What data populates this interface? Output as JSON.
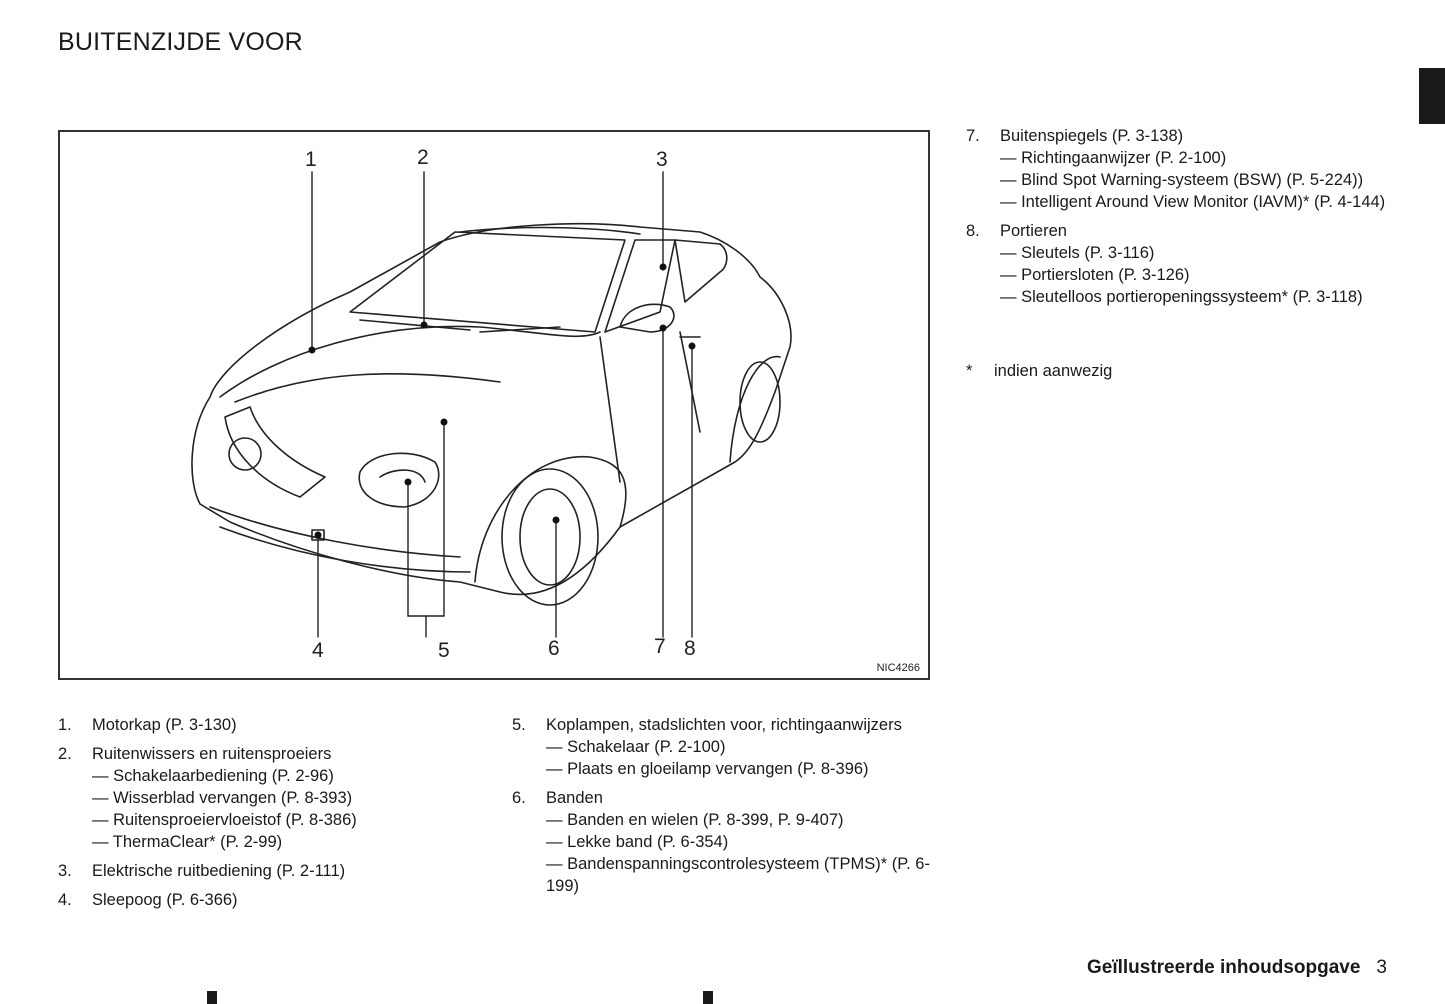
{
  "page_title": "BUITENZIJDE VOOR",
  "figure": {
    "code": "NIC4266",
    "callouts": [
      "1",
      "2",
      "3",
      "4",
      "5",
      "6",
      "7",
      "8"
    ]
  },
  "left_list": [
    {
      "num": "1.",
      "text": "Motorkap (P. 3-130)",
      "subs": []
    },
    {
      "num": "2.",
      "text": "Ruitenwissers en ruitensproeiers",
      "subs": [
        "— Schakelaarbediening (P. 2-96)",
        "— Wisserblad vervangen (P. 8-393)",
        "— Ruitensproeiervloeistof (P. 8-386)",
        "— ThermaClear* (P. 2-99)"
      ]
    },
    {
      "num": "3.",
      "text": "Elektrische ruitbediening (P. 2-111)",
      "subs": []
    },
    {
      "num": "4.",
      "text": "Sleepoog (P. 6-366)",
      "subs": []
    }
  ],
  "middle_list": [
    {
      "num": "5.",
      "text": "Koplampen, stadslichten voor, richtingaanwijzers",
      "subs": [
        "— Schakelaar (P. 2-100)",
        "— Plaats en gloeilamp vervangen (P. 8-396)"
      ]
    },
    {
      "num": "6.",
      "text": "Banden",
      "subs": [
        "— Banden en wielen (P. 8-399, P. 9-407)",
        "— Lekke band (P. 6-354)",
        "— Bandenspanningscontrolesysteem (TPMS)* (P. 6-199)"
      ]
    }
  ],
  "right_list": [
    {
      "num": "7.",
      "text": "Buitenspiegels (P. 3-138)",
      "subs": [
        "— Richtingaanwijzer (P. 2-100)",
        "— Blind Spot Warning-systeem (BSW) (P. 5-224))",
        "— Intelligent Around View Monitor (IAVM)* (P. 4-144)"
      ]
    },
    {
      "num": "8.",
      "text": "Portieren",
      "subs": [
        "— Sleutels (P. 3-116)",
        "— Portiersloten (P. 3-126)",
        "— Sleutelloos portieropeningssysteem* (P. 3-118)"
      ]
    }
  ],
  "note": {
    "mark": "*",
    "text": "indien aanwezig"
  },
  "footer": {
    "section": "Geïllustreerde inhoudsopgave",
    "page": "3"
  }
}
